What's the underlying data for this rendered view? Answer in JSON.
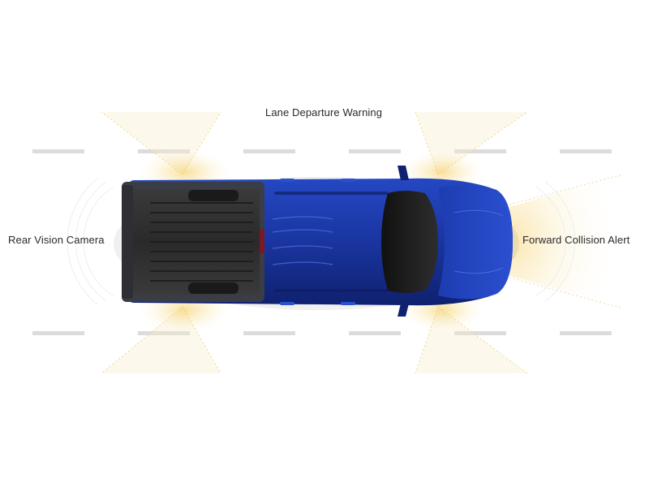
{
  "features": {
    "lane_departure_warning": "Lane Departure Warning",
    "rear_vision_camera": "Rear Vision Camera",
    "forward_collision_alert": "Forward Collision Alert"
  },
  "colors": {
    "background": "#ffffff",
    "truck_body": "#1c3aa6",
    "truck_body_dark": "#0f2170",
    "bed_liner": "#2b2b2b",
    "sensor_glow": "#f4c84a",
    "lane_marking": "#d9d9d9",
    "label_text": "#2a2a2a"
  },
  "icons": {
    "vehicle": "pickup-truck-top-view-icon"
  }
}
